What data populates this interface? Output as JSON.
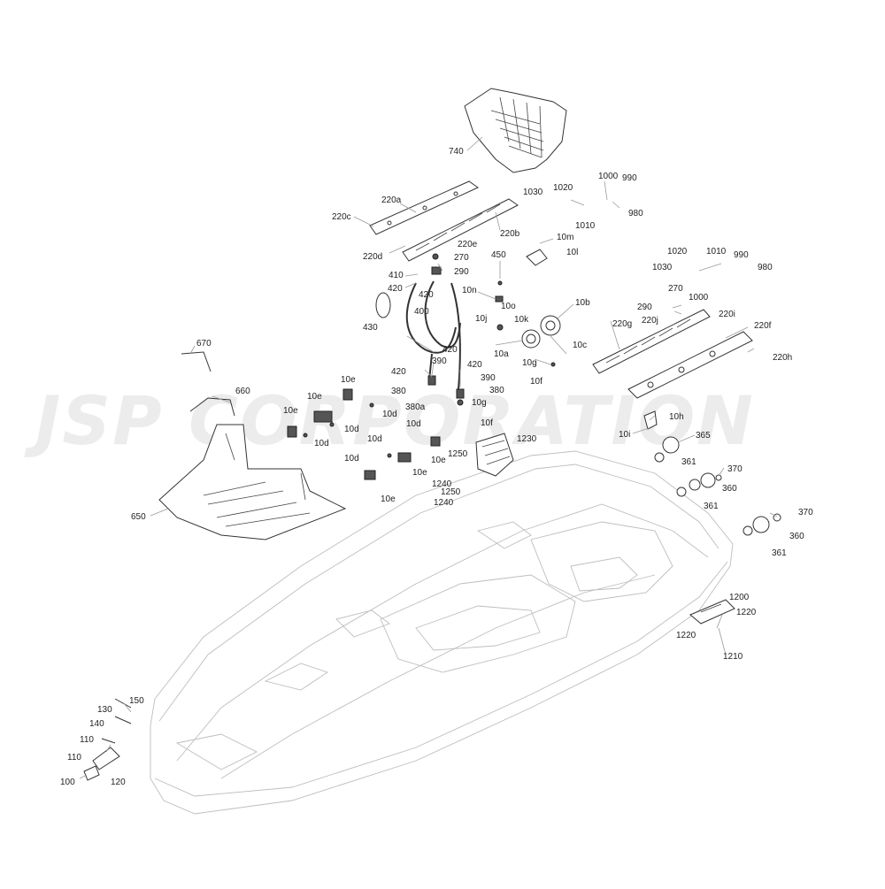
{
  "watermark": "JSP CORPORATION",
  "labels": [
    {
      "id": "l740",
      "text": "740"
    },
    {
      "id": "l220a",
      "text": "220a"
    },
    {
      "id": "l220c",
      "text": "220c"
    },
    {
      "id": "l220b",
      "text": "220b"
    },
    {
      "id": "l220d",
      "text": "220d"
    },
    {
      "id": "l220e",
      "text": "220e"
    },
    {
      "id": "l270a",
      "text": "270"
    },
    {
      "id": "l290a",
      "text": "290"
    },
    {
      "id": "l410",
      "text": "410"
    },
    {
      "id": "l420a",
      "text": "420"
    },
    {
      "id": "l420b",
      "text": "420"
    },
    {
      "id": "l400",
      "text": "400"
    },
    {
      "id": "l430",
      "text": "430"
    },
    {
      "id": "l1030a",
      "text": "1030"
    },
    {
      "id": "l1020a",
      "text": "1020"
    },
    {
      "id": "l1000a",
      "text": "1000"
    },
    {
      "id": "l990a",
      "text": "990"
    },
    {
      "id": "l1010a",
      "text": "1010"
    },
    {
      "id": "l980a",
      "text": "980"
    },
    {
      "id": "l10m",
      "text": "10m"
    },
    {
      "id": "l10l",
      "text": "10l"
    },
    {
      "id": "l450",
      "text": "450"
    },
    {
      "id": "l10n",
      "text": "10n"
    },
    {
      "id": "l10o",
      "text": "10o"
    },
    {
      "id": "l10j",
      "text": "10j"
    },
    {
      "id": "l10k",
      "text": "10k"
    },
    {
      "id": "l10b",
      "text": "10b"
    },
    {
      "id": "l10c",
      "text": "10c"
    },
    {
      "id": "l10a",
      "text": "10a"
    },
    {
      "id": "l10g1",
      "text": "10g"
    },
    {
      "id": "l10f1",
      "text": "10f"
    },
    {
      "id": "l420c",
      "text": "420"
    },
    {
      "id": "l390a",
      "text": "390"
    },
    {
      "id": "l420d",
      "text": "420"
    },
    {
      "id": "l420e",
      "text": "420"
    },
    {
      "id": "l390b",
      "text": "390"
    },
    {
      "id": "l380a",
      "text": "380"
    },
    {
      "id": "l380b",
      "text": "380"
    },
    {
      "id": "l380aa",
      "text": "380a"
    },
    {
      "id": "l10g2",
      "text": "10g"
    },
    {
      "id": "l10f2",
      "text": "10f"
    },
    {
      "id": "l1020b",
      "text": "1020"
    },
    {
      "id": "l1010b",
      "text": "1010"
    },
    {
      "id": "l990b",
      "text": "990"
    },
    {
      "id": "l1030b",
      "text": "1030"
    },
    {
      "id": "l980b",
      "text": "980"
    },
    {
      "id": "l1000b",
      "text": "1000"
    },
    {
      "id": "l270b",
      "text": "270"
    },
    {
      "id": "l290b",
      "text": "290"
    },
    {
      "id": "l220j",
      "text": "220j"
    },
    {
      "id": "l220i",
      "text": "220i"
    },
    {
      "id": "l220g",
      "text": "220g"
    },
    {
      "id": "l220f",
      "text": "220f"
    },
    {
      "id": "l220h",
      "text": "220h"
    },
    {
      "id": "l670",
      "text": "670"
    },
    {
      "id": "l660",
      "text": "660"
    },
    {
      "id": "l650",
      "text": "650"
    },
    {
      "id": "l10e1",
      "text": "10e"
    },
    {
      "id": "l10e2",
      "text": "10e"
    },
    {
      "id": "l10e3",
      "text": "10e"
    },
    {
      "id": "l10d1",
      "text": "10d"
    },
    {
      "id": "l10d2",
      "text": "10d"
    },
    {
      "id": "l10d3",
      "text": "10d"
    },
    {
      "id": "l10d4",
      "text": "10d"
    },
    {
      "id": "l10d5",
      "text": "10d"
    },
    {
      "id": "l10d6",
      "text": "10d"
    },
    {
      "id": "l10e4",
      "text": "10e"
    },
    {
      "id": "l10e5",
      "text": "10e"
    },
    {
      "id": "l10e6",
      "text": "10e"
    },
    {
      "id": "l10e7",
      "text": "10e"
    },
    {
      "id": "l1230",
      "text": "1230"
    },
    {
      "id": "l1250a",
      "text": "1250"
    },
    {
      "id": "l1240a",
      "text": "1240"
    },
    {
      "id": "l1250b",
      "text": "1250"
    },
    {
      "id": "l1240b",
      "text": "1240"
    },
    {
      "id": "l10h",
      "text": "10h"
    },
    {
      "id": "l10i",
      "text": "10i"
    },
    {
      "id": "l365",
      "text": "365"
    },
    {
      "id": "l361a",
      "text": "361"
    },
    {
      "id": "l370a",
      "text": "370"
    },
    {
      "id": "l360a",
      "text": "360"
    },
    {
      "id": "l361b",
      "text": "361"
    },
    {
      "id": "l370b",
      "text": "370"
    },
    {
      "id": "l360b",
      "text": "360"
    },
    {
      "id": "l361c",
      "text": "361"
    },
    {
      "id": "l1200",
      "text": "1200"
    },
    {
      "id": "l1220a",
      "text": "1220"
    },
    {
      "id": "l1220b",
      "text": "1220"
    },
    {
      "id": "l1210",
      "text": "1210"
    },
    {
      "id": "l150",
      "text": "150"
    },
    {
      "id": "l130",
      "text": "130"
    },
    {
      "id": "l140",
      "text": "140"
    },
    {
      "id": "l110a",
      "text": "110"
    },
    {
      "id": "l110b",
      "text": "110"
    },
    {
      "id": "l100",
      "text": "100"
    },
    {
      "id": "l120",
      "text": "120"
    }
  ]
}
